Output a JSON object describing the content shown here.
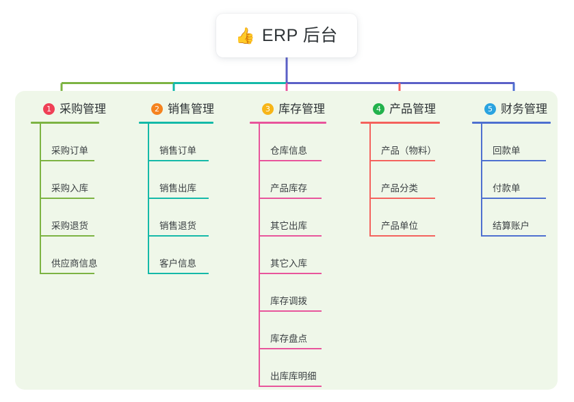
{
  "diagram": {
    "type": "mind-map",
    "root": {
      "icon": "thumbs-up-icon",
      "emoji": "👍",
      "title": "ERP 后台"
    },
    "panel": {
      "background_color": "#eff7e9"
    },
    "connector_colors": {
      "root_stem": "#5a5fc7",
      "bar_left": "#7cb342",
      "bar_mid": "#13b9a8",
      "bar_right": "#5a5fc7",
      "drop_1": "#7cb342",
      "drop_2": "#13b9a8",
      "drop_3": "#e8549b",
      "drop_4": "#f4615c",
      "drop_5": "#4d6fd0"
    },
    "columns": [
      {
        "index": "1",
        "badge_color": "#ef4056",
        "line_color": "#7cb342",
        "title": "采购管理",
        "items": [
          "采购订单",
          "采购入库",
          "采购退货",
          "供应商信息"
        ]
      },
      {
        "index": "2",
        "badge_color": "#f5831f",
        "line_color": "#13b9a8",
        "title": "销售管理",
        "items": [
          "销售订单",
          "销售出库",
          "销售退货",
          "客户信息"
        ]
      },
      {
        "index": "3",
        "badge_color": "#f7b518",
        "line_color": "#e8549b",
        "title": "库存管理",
        "items": [
          "仓库信息",
          "产品库存",
          "其它出库",
          "其它入库",
          "库存调拨",
          "库存盘点",
          "出库库明细"
        ]
      },
      {
        "index": "4",
        "badge_color": "#22b24c",
        "line_color": "#f4615c",
        "title": "产品管理",
        "items": [
          "产品（物料）",
          "产品分类",
          "产品单位"
        ]
      },
      {
        "index": "5",
        "badge_color": "#29a3e0",
        "line_color": "#4d6fd0",
        "title": "财务管理",
        "items": [
          "回款单",
          "付款单",
          "结算账户"
        ]
      }
    ]
  }
}
